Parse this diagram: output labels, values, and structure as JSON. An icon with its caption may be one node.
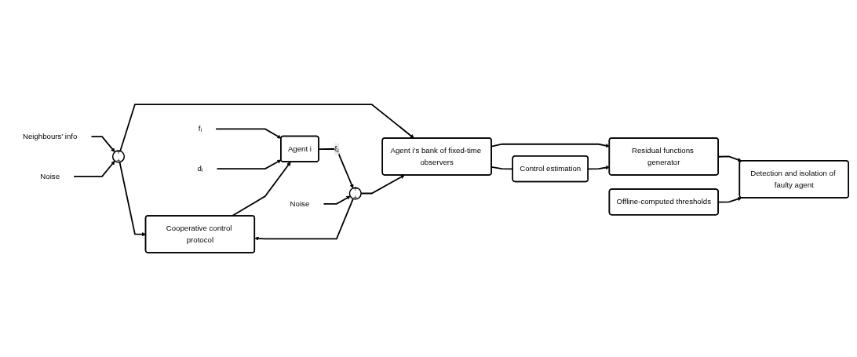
{
  "diagram": {
    "nodes": [
      {
        "text": [
          "Cooperative control protocol"
        ]
      },
      {
        "text": [
          "Agent i"
        ]
      },
      {
        "text": [
          "fᵢ"
        ]
      },
      {
        "text": [
          "dᵢ"
        ]
      },
      {
        "text": [
          "Noise"
        ]
      },
      {
        "text": [
          "+",
          "+"
        ]
      },
      {
        "text": [
          "Noise"
        ]
      },
      {
        "text": [
          "+",
          "+"
        ]
      },
      {
        "text": [
          "Neighbours’ info"
        ]
      },
      {
        "text": [
          "Agent i’s bank of fixed-time observers"
        ]
      },
      {
        "text": [
          "Control estimation"
        ]
      },
      {
        "text": [
          "Residual functions generator"
        ]
      },
      {
        "text": [
          "Offline-computed thresholds"
        ]
      },
      {
        "text": [
          "Detection and isolation of faulty agent"
        ]
      }
    ],
    "edges": [
      {
        "from": 8,
        "to": 7,
        "arrow": "to"
      },
      {
        "from": 6,
        "to": 7,
        "arrow": "to"
      },
      {
        "from": 7,
        "to": 0,
        "arrow": "to"
      },
      {
        "from": 7,
        "to": 9,
        "arrow": "to"
      },
      {
        "from": 2,
        "to": 1,
        "arrow": "to"
      },
      {
        "from": 3,
        "to": 1,
        "arrow": "to"
      },
      {
        "from": 0,
        "to": 1,
        "arrow": "to"
      },
      {
        "from": 1,
        "to": 5,
        "arrow": "to",
        "label": "ξᵢ"
      },
      {
        "from": 4,
        "to": 5,
        "arrow": "to"
      },
      {
        "from": 5,
        "to": 0,
        "arrow": "to"
      },
      {
        "from": 5,
        "to": 9,
        "arrow": "to"
      },
      {
        "from": 9,
        "to": 11,
        "arrow": "to"
      },
      {
        "from": 9,
        "to": 10,
        "arrow": "none"
      },
      {
        "from": 10,
        "to": 11,
        "arrow": "to"
      },
      {
        "from": 11,
        "to": 13,
        "arrow": "to"
      },
      {
        "from": 12,
        "to": 13,
        "arrow": "to"
      }
    ]
  }
}
